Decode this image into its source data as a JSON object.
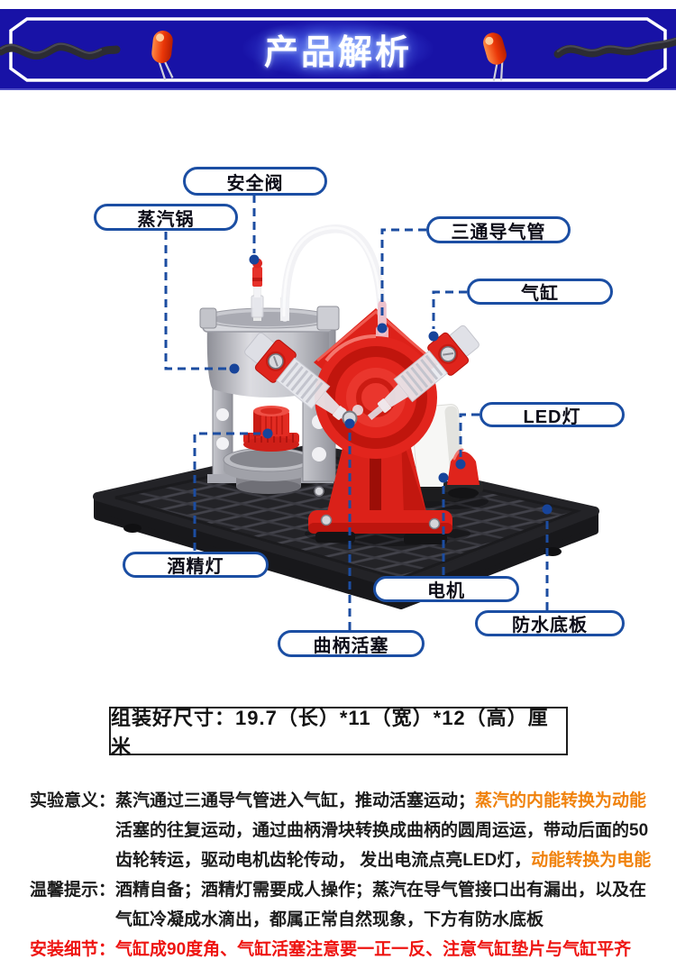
{
  "banner": {
    "title": "产品解析",
    "bg_color": "#1812a6",
    "border_color": "#ffffff",
    "icons": [
      "wire-squiggle-icon",
      "red-led-icon",
      "red-led-icon",
      "wire-squiggle-icon"
    ]
  },
  "callouts": [
    {
      "id": "safety-valve",
      "label": "安全阀"
    },
    {
      "id": "steam-boiler",
      "label": "蒸汽锅"
    },
    {
      "id": "three-way-pipe",
      "label": "三通导气管"
    },
    {
      "id": "cylinder",
      "label": "气缸"
    },
    {
      "id": "led-light",
      "label": "LED灯"
    },
    {
      "id": "alcohol-lamp",
      "label": "酒精灯"
    },
    {
      "id": "motor",
      "label": "电机"
    },
    {
      "id": "crank-piston",
      "label": "曲柄活塞"
    },
    {
      "id": "waterproof-base",
      "label": "防水底板"
    }
  ],
  "dimension_box": {
    "text": "组装好尺寸：19.7（长）*11（宽）*12（高）厘米"
  },
  "description": {
    "label1": "实验意义：",
    "p1_l1_black": "蒸汽通过三通导气管进入气缸，推动活塞运动；",
    "p1_l1_orange": "蒸汽的内能转换为动能",
    "p1_l2": "活塞的往复运动，通过曲柄滑块转换成曲柄的圆周运运，带动后面的50",
    "p1_l3_black": "齿轮转运，驱动电机齿轮传动， 发出电流点亮LED灯，",
    "p1_l3_orange": "动能转换为电能",
    "label2": "温馨提示：",
    "p2_l1": "酒精自备；酒精灯需要成人操作；蒸汽在导气管接口出有漏出，以及在",
    "p2_l2": "气缸冷凝成水滴出，都属正常自然现象，下方有防水底板",
    "label3": "安装细节：",
    "p3_red": "气缸成90度角、气缸活塞注意要一正一反、注意气缸垫片与气缸平齐"
  },
  "colors": {
    "accent_blue": "#1b4ea3",
    "banner_blue": "#1812a6",
    "engine_red": "#e2251d",
    "orange_text": "#f0820c",
    "red_text": "#ee1411"
  }
}
